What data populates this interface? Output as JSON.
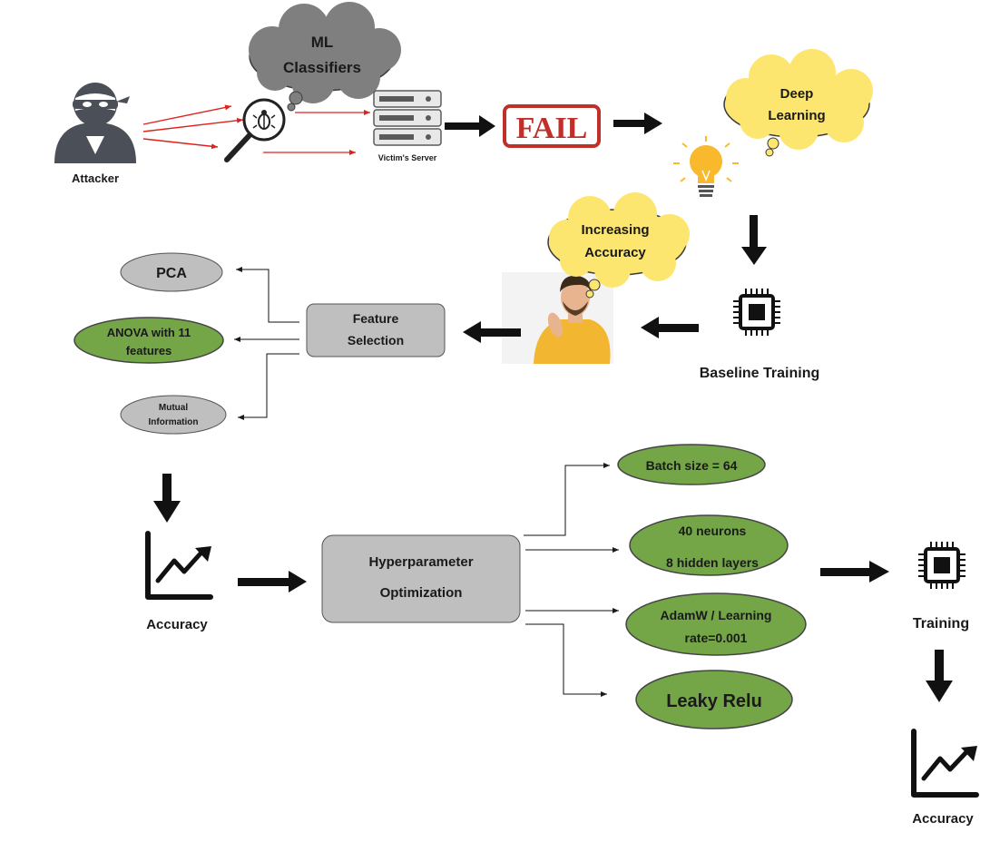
{
  "attacker": {
    "label": "Attacker"
  },
  "ml_cloud": {
    "line1": "ML",
    "line2": "Classifiers"
  },
  "server": {
    "label": "Victim's Server"
  },
  "fail": {
    "text": "FAIL"
  },
  "deep_cloud": {
    "line1": "Deep",
    "line2": "Learning"
  },
  "accuracy_cloud": {
    "line1": "Increasing",
    "line2": "Accuracy"
  },
  "baseline": {
    "label": "Baseline Training"
  },
  "feature_selection": {
    "line1": "Feature",
    "line2": "Selection"
  },
  "methods": {
    "pca": "PCA",
    "anova_line1": "ANOVA with 11",
    "anova_line2": "features",
    "mi_line1": "Mutual",
    "mi_line2": "Information"
  },
  "accuracy1": {
    "label": "Accuracy"
  },
  "hyper": {
    "line1": "Hyperparameter",
    "line2": "Optimization"
  },
  "params": {
    "batch": "Batch size = 64",
    "neurons_line1": "40 neurons",
    "neurons_line2": "8 hidden layers",
    "optim_line1": "AdamW / Learning",
    "optim_line2": "rate=0.001",
    "activation": "Leaky Relu"
  },
  "training": {
    "label": "Training"
  },
  "accuracy2": {
    "label": "Accuracy"
  },
  "colors": {
    "green": "#74a648",
    "gray": "#bfbfbf",
    "cloud_yellow": "#fde66f",
    "cloud_gray": "#7f7f7f",
    "fail_red": "#c0302a",
    "bulb": "#f9b92c",
    "red_line": "#e0211e"
  }
}
